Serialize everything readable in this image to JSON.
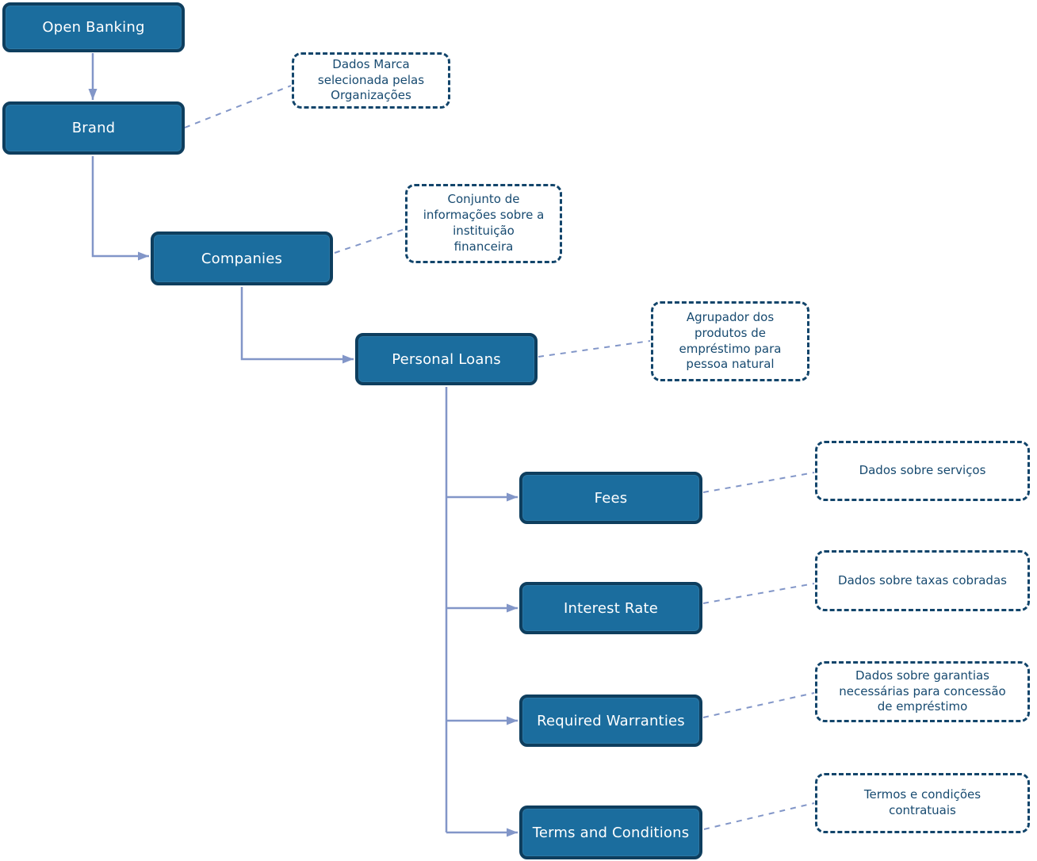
{
  "diagram": {
    "nodes": [
      {
        "id": "open-banking",
        "label": "Open Banking"
      },
      {
        "id": "brand",
        "label": "Brand"
      },
      {
        "id": "companies",
        "label": "Companies"
      },
      {
        "id": "personal-loans",
        "label": "Personal Loans"
      },
      {
        "id": "fees",
        "label": "Fees"
      },
      {
        "id": "interest-rate",
        "label": "Interest Rate"
      },
      {
        "id": "required-warranties",
        "label": "Required Warranties"
      },
      {
        "id": "terms-and-conditions",
        "label": "Terms and Conditions"
      }
    ],
    "annotations": [
      {
        "id": "brand-note",
        "text": "Dados Marca\nselecionada pelas\nOrganizações"
      },
      {
        "id": "companies-note",
        "text": "Conjunto de\ninformações sobre a\ninstituição\nfinanceira"
      },
      {
        "id": "personal-loans-note",
        "text": "Agrupador dos\nprodutos de\nempréstimo para\npessoa natural"
      },
      {
        "id": "fees-note",
        "text": "Dados sobre serviços"
      },
      {
        "id": "interest-rate-note",
        "text": "Dados sobre taxas cobradas"
      },
      {
        "id": "required-warranties-note",
        "text": "Dados sobre garantias\nnecessárias para concessão\nde empréstimo"
      },
      {
        "id": "terms-conditions-note",
        "text": "Termos e condições\ncontratuais"
      }
    ],
    "colors": {
      "node_fill": "#1B6D9E",
      "node_border": "#0E3E5E",
      "node_text": "#FFFFFF",
      "note_border": "#12456B",
      "note_text": "#174A70",
      "connector": "#8296C8",
      "background": "#FFFFFF"
    }
  }
}
